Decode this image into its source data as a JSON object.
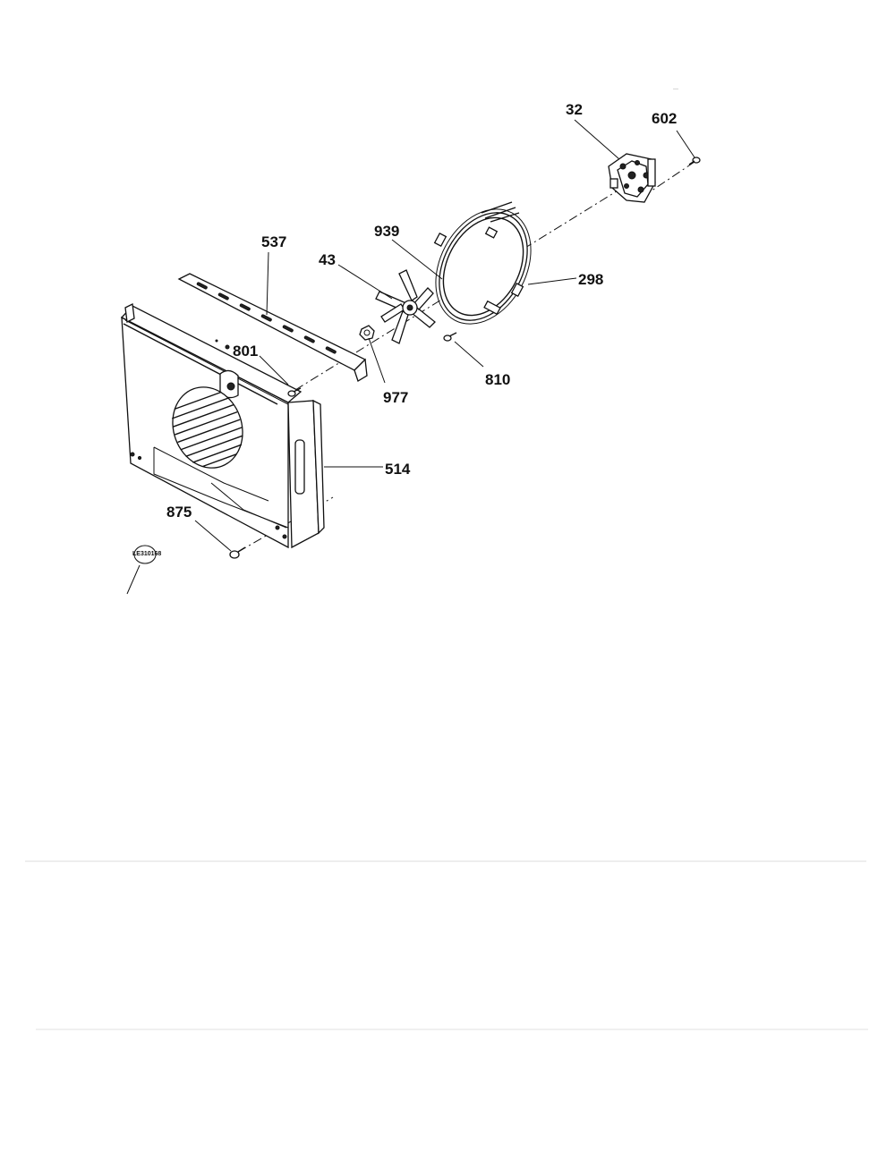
{
  "callouts": {
    "c32": "32",
    "c602": "602",
    "c939": "939",
    "c537": "537",
    "c43": "43",
    "c298": "298",
    "c801": "801",
    "c810": "810",
    "c977": "977",
    "c514": "514",
    "c875": "875"
  },
  "figure_code": "LE310168"
}
